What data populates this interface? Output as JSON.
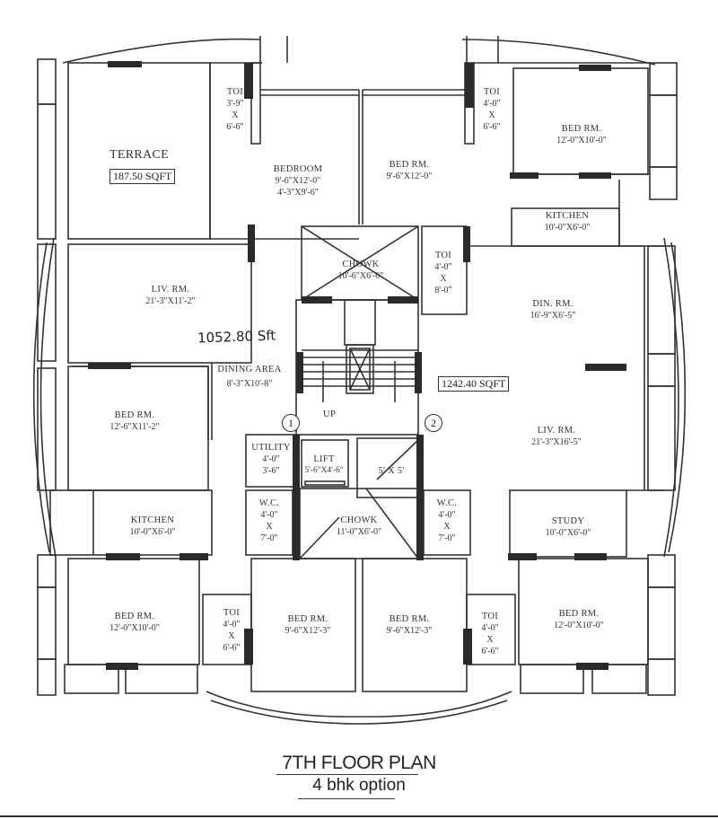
{
  "plan": {
    "title": "7TH FLOOR PLAN",
    "subtitle": "4 bhk option",
    "units": [
      {
        "id": "1",
        "area_label": "1052.80 Sft"
      },
      {
        "id": "2",
        "area_label": "1242.40 SQFT"
      }
    ],
    "terrace_area": "187.50 SQFT"
  },
  "rooms": {
    "terrace": {
      "name": "TERRACE"
    },
    "toi_tl": {
      "name": "TOI",
      "w": "3'-9\"",
      "x": "X",
      "h": "6'-6\""
    },
    "bedroom_top": {
      "name": "BEDROOM",
      "d1": "9'-6\"X12'-0\"",
      "d2": "4'-3\"X9'-6\""
    },
    "bed_top_mid": {
      "name": "BED RM.",
      "d1": "9'-6\"X12'-0\""
    },
    "toi_tr": {
      "name": "TOI",
      "w": "4'-0\"",
      "x": "X",
      "h": "6'-6\""
    },
    "bed_tr": {
      "name": "BED RM.",
      "d1": "12'-0\"X10'-0\""
    },
    "kitchen_r": {
      "name": "KITCHEN",
      "d1": "10'-0\"X6'-0\""
    },
    "liv_l": {
      "name": "LIV. RM.",
      "d1": "21'-3\"X11'-2\""
    },
    "chowk_top": {
      "name": "CHOWK",
      "d1": "10'-6\"X6'-0\""
    },
    "toi_mid": {
      "name": "TOI",
      "w": "4'-0\"",
      "x": "X",
      "h": "8'-0\""
    },
    "din_r": {
      "name": "DIN. RM.",
      "d1": "16'-9\"X6'-5\""
    },
    "dining_l": {
      "name": "DINING AREA",
      "d1": "8'-3\"X10'-8\""
    },
    "bed_ml": {
      "name": "BED RM.",
      "d1": "12'-6\"X11'-2\""
    },
    "liv_r": {
      "name": "LIV. RM.",
      "d1": "21'-3\"X16'-5\""
    },
    "stairs": {
      "name": "UP"
    },
    "utility": {
      "name": "UTILITY",
      "w": "4'-0\"",
      "x": "X",
      "h": "3'-6\""
    },
    "lift": {
      "name": "LIFT",
      "d1": "5'-6\"X4'-6\""
    },
    "shaft": {
      "name": "5' X 5'"
    },
    "wc_l": {
      "name": "W.C.",
      "w": "4'-0\"",
      "x": "X",
      "h": "7'-0\""
    },
    "wc_r": {
      "name": "W.C.",
      "w": "4'-0\"",
      "x": "X",
      "h": "7'-0\""
    },
    "chowk_bot": {
      "name": "CHOWK",
      "d1": "11'-0\"X6'-0\""
    },
    "kitchen_l": {
      "name": "KITCHEN",
      "d1": "10'-0\"X6'-0\""
    },
    "study": {
      "name": "STUDY",
      "d1": "10'-0\"X6'-0\""
    },
    "bed_bl": {
      "name": "BED RM.",
      "d1": "12'-0\"X10'-0\""
    },
    "toi_bl": {
      "name": "TOI",
      "w": "4'-0\"",
      "x": "X",
      "h": "6'-6\""
    },
    "bed_bml": {
      "name": "BED RM.",
      "d1": "9'-6\"X12'-3\""
    },
    "bed_bmr": {
      "name": "BED RM.",
      "d1": "9'-6\"X12'-3\""
    },
    "toi_br": {
      "name": "TOI",
      "w": "4'-0\"",
      "x": "X",
      "h": "6'-6\""
    },
    "bed_br": {
      "name": "BED RM.",
      "d1": "12'-0\"X10'-0\""
    }
  },
  "colors": {
    "line": "#333333",
    "solid_wall": "#2a2a2a",
    "window": "#8a8a8a",
    "background": "#ffffff"
  }
}
